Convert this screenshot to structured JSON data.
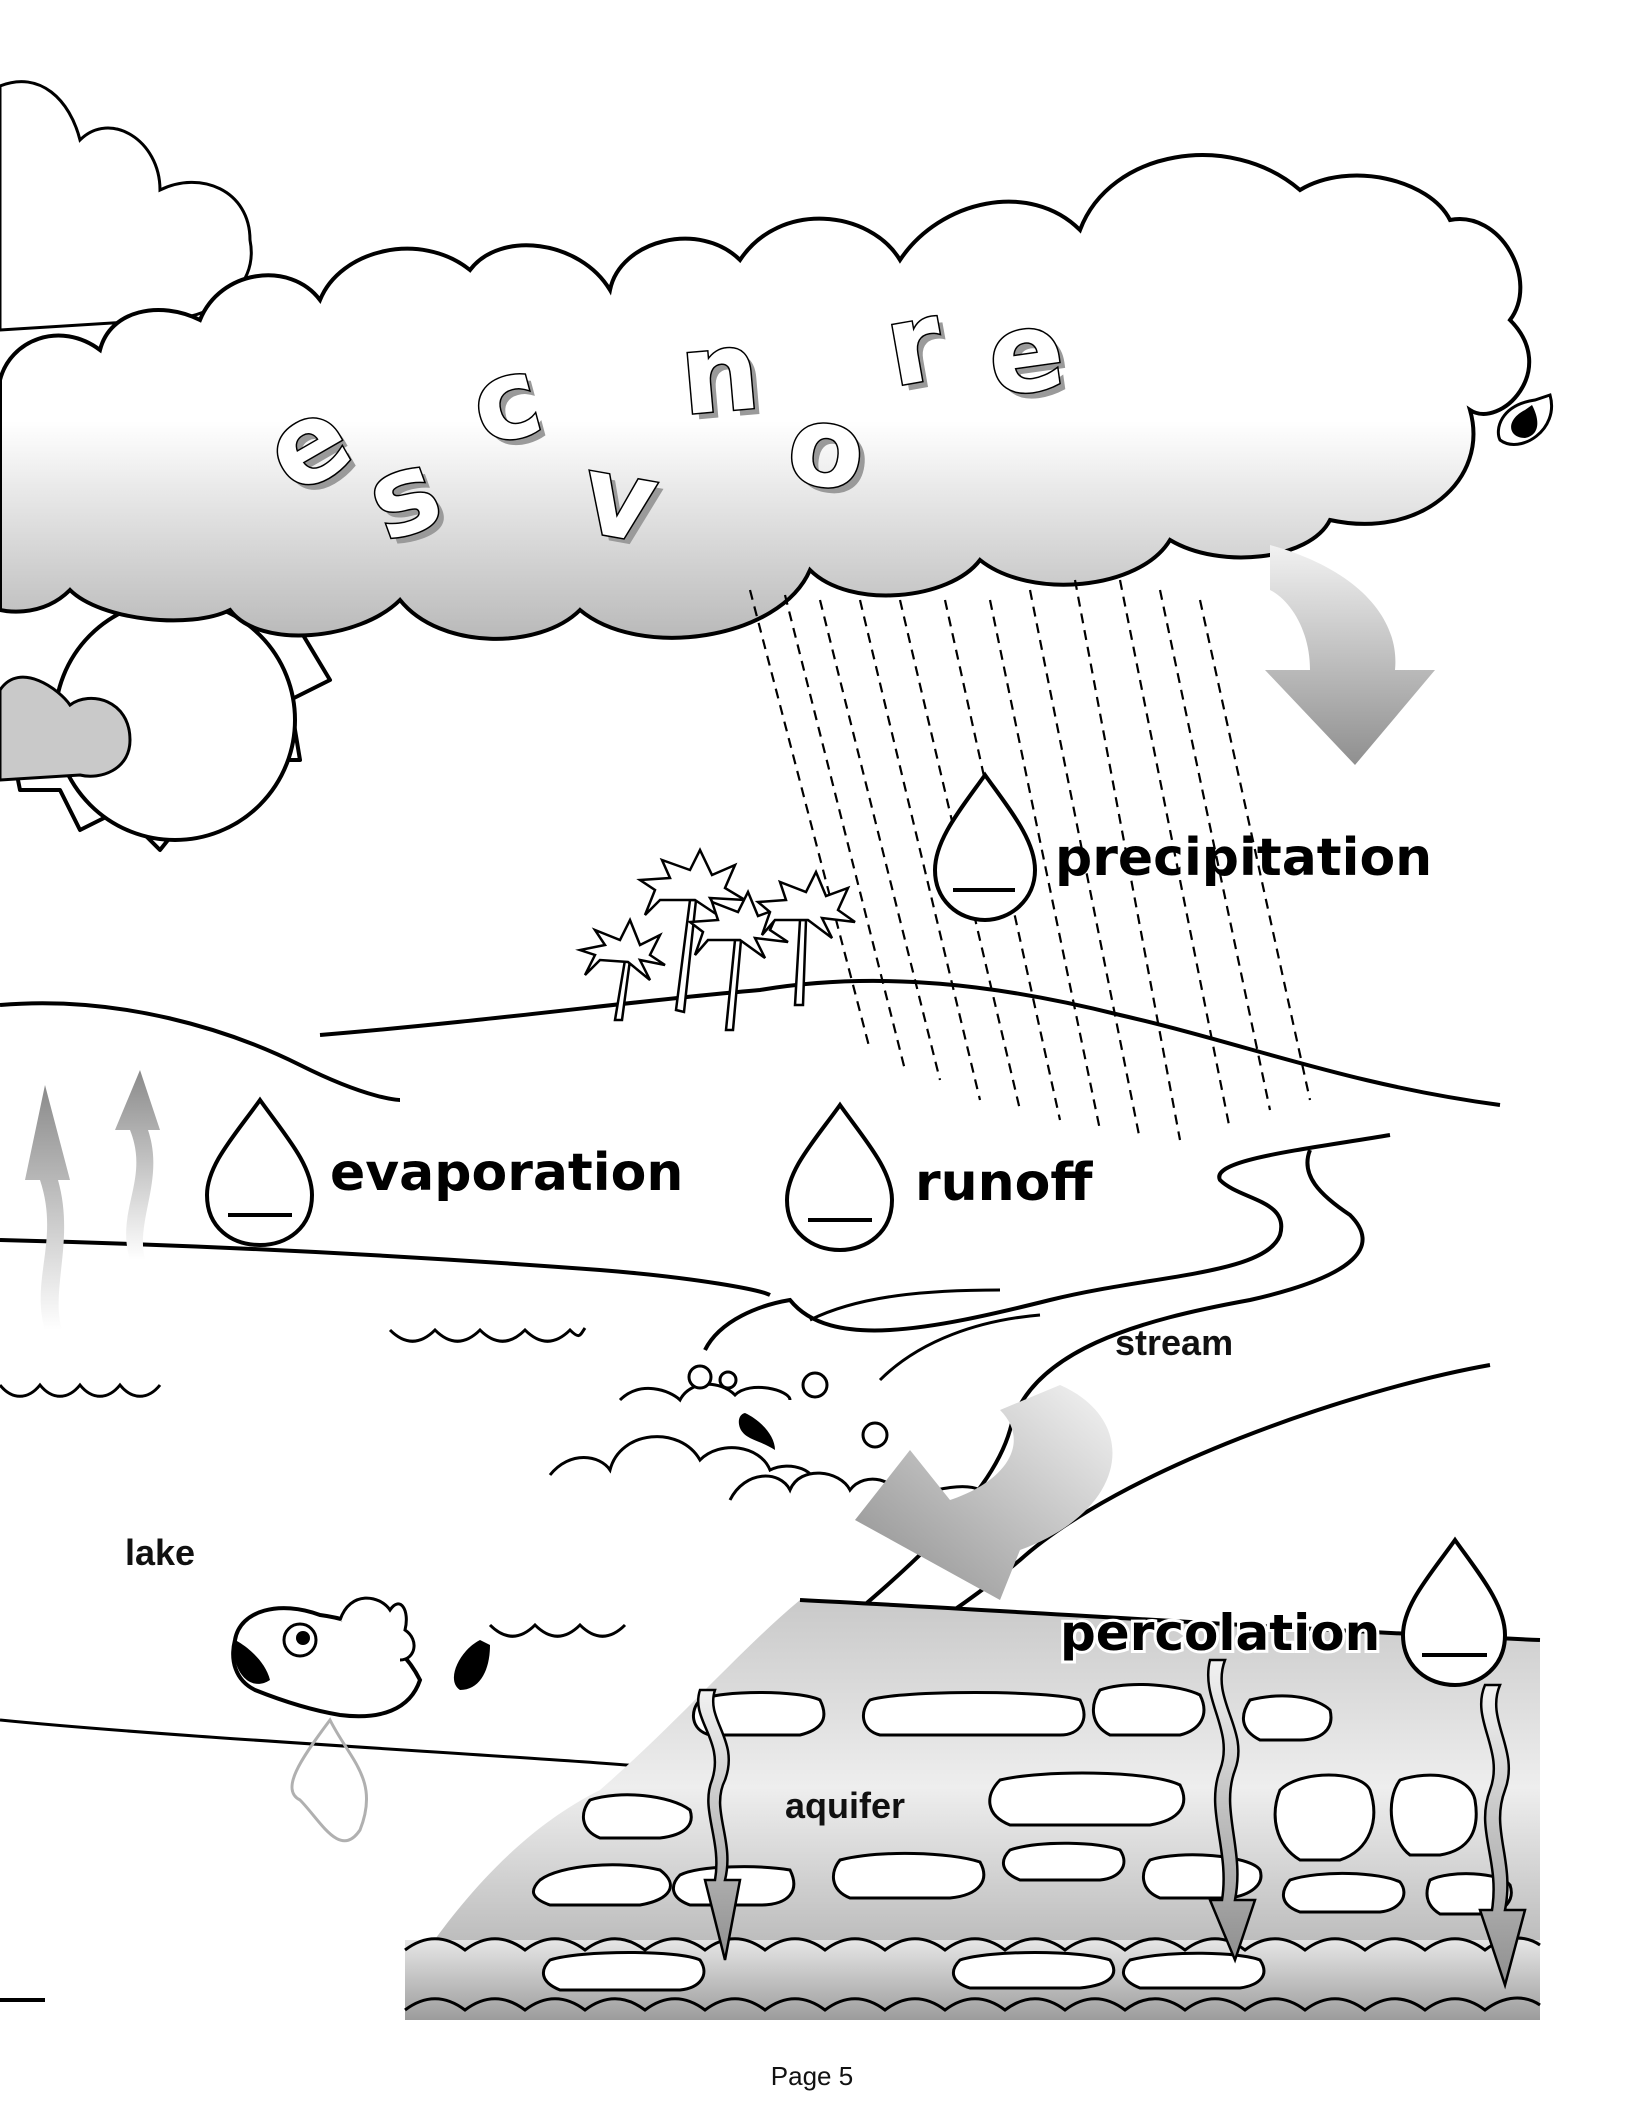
{
  "cloud_letters": [
    "e",
    "s",
    "c",
    "v",
    "n",
    "o",
    "r",
    "e"
  ],
  "labels": {
    "precipitation": "precipitation",
    "evaporation": "evaporation",
    "runoff": "runoff",
    "percolation": "percolation",
    "stream": "stream",
    "lake": "lake",
    "aquifer": "aquifer"
  },
  "answer_blanks": {
    "precipitation": "",
    "evaporation": "",
    "runoff": "",
    "percolation": ""
  },
  "footer": {
    "page": "Page 5"
  }
}
